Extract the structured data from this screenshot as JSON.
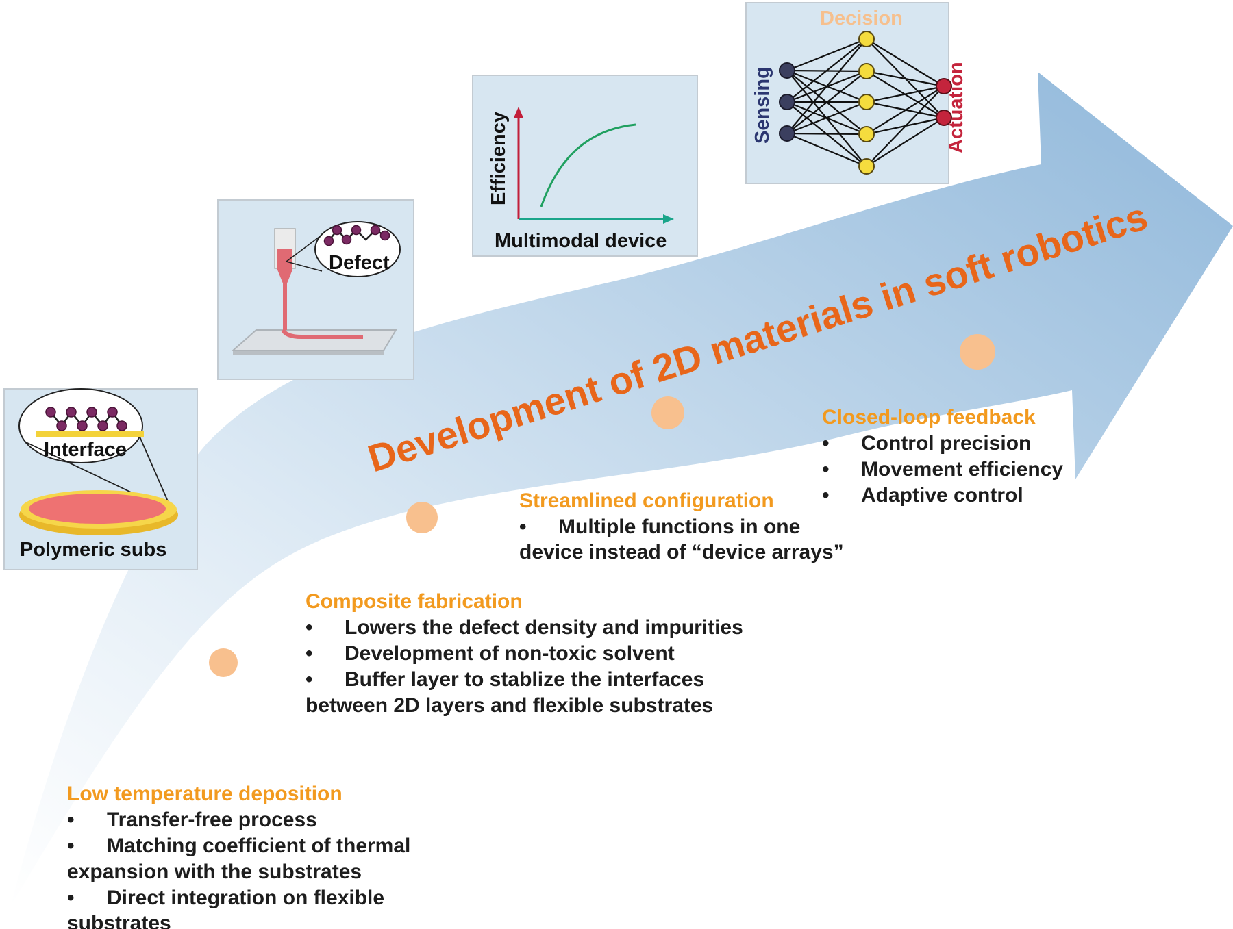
{
  "banner": "Development of 2D materials in soft robotics",
  "colors": {
    "arrow_start": "#ffffff",
    "arrow_end": "#8fb7da",
    "banner_text": "#e8661a",
    "heading_text": "#f29a1f",
    "milestone_dot": "#f8c08e",
    "panel_bg": "#d7e6f1"
  },
  "panels": {
    "substrate": {
      "label_interface": "Interface",
      "label_subs": "Polymeric subs"
    },
    "printing": {
      "label_defect": "Defect"
    },
    "efficiency": {
      "ylabel": "Efficiency",
      "xlabel": "Multimodal device"
    },
    "network": {
      "label_decision": "Decision",
      "label_sensing": "Sensing",
      "label_actuation": "Actuation"
    }
  },
  "stages": {
    "low_temp": {
      "heading": "Low temperature deposition",
      "bullet": "•",
      "b1": "Transfer-free process",
      "b2a": "Matching coefficient of thermal",
      "b2b": "expansion with the substrates",
      "b3a": "Direct integration on flexible",
      "b3b": "substrates"
    },
    "composite": {
      "heading": "Composite fabrication",
      "bullet": "•",
      "b1": "Lowers the defect density and impurities",
      "b2": "Development of non-toxic solvent",
      "b3a": "Buffer layer to stablize the interfaces",
      "b3b": "between 2D layers and flexible substrates"
    },
    "streamlined": {
      "heading": "Streamlined configuration",
      "bullet": "•",
      "b1a": "Multiple functions in one",
      "b1b": "device instead of “device arrays”"
    },
    "closed_loop": {
      "heading": "Closed-loop feedback",
      "bullet": "•",
      "b1": "Control precision",
      "b2": "Movement efficiency",
      "b3": "Adaptive control"
    }
  }
}
